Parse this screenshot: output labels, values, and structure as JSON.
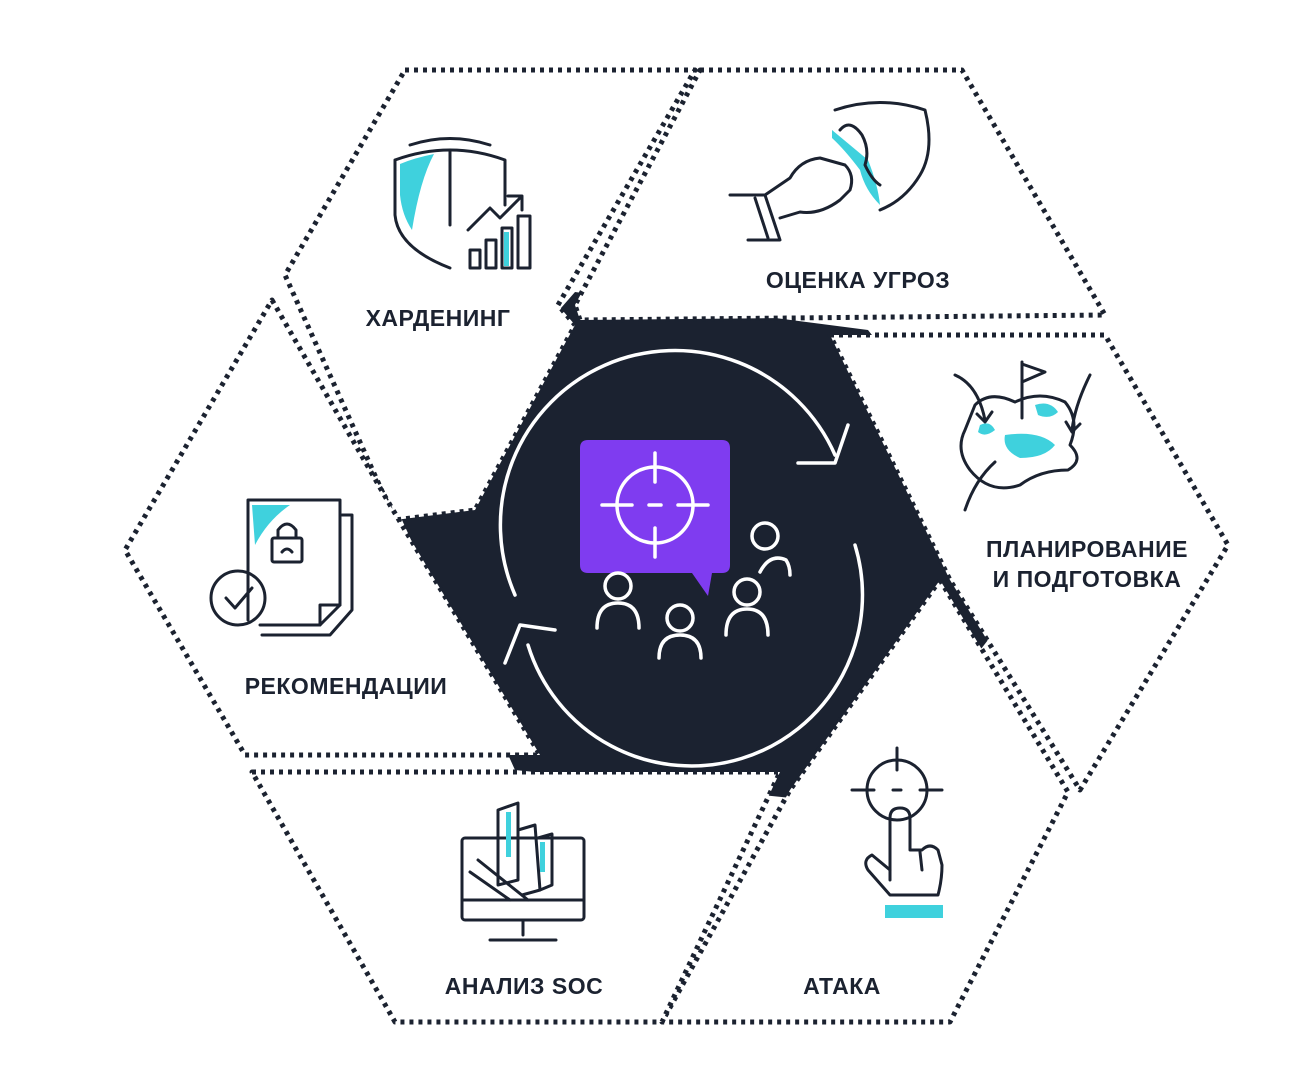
{
  "segments": {
    "hardening": {
      "label": "ХАРДЕНИНГ",
      "icon": "shield-growth-icon"
    },
    "threat_assessment": {
      "label": "ОЦЕНКА УГРОЗ",
      "icon": "fist-shield-icon"
    },
    "planning": {
      "line1": "ПЛАНИРОВАНИЕ",
      "line2": "И ПОДГОТОВКА",
      "icon": "attack-map-icon"
    },
    "attack": {
      "label": "АТАКА",
      "icon": "target-tap-icon"
    },
    "soc_analysis": {
      "label": "АНАЛИЗ SOC",
      "icon": "monitor-chart-icon"
    },
    "recommendations": {
      "label": "РЕКОМЕНДАЦИИ",
      "icon": "secure-document-icon"
    }
  },
  "center": {
    "icon": "target-team-icon"
  },
  "colors": {
    "dark": "#1b2230",
    "accent": "#3fd1dd",
    "purple": "#7f3cf0",
    "white": "#ffffff"
  }
}
